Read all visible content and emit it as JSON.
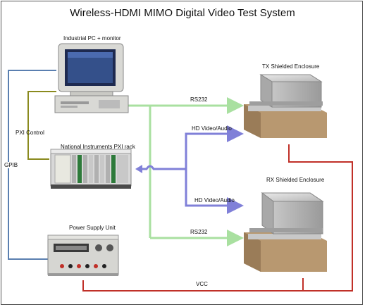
{
  "title": "Wireless-HDMI MIMO Digital Video Test System",
  "labels": {
    "pc": "Industrial PC + monitor",
    "tx": "TX Shielded Enclosure",
    "rx": "RX Shielded Enclosure",
    "pxi_rack": "National Instruments PXI rack",
    "psu": "Power Supply Unit",
    "pxi_control": "PXI Control",
    "gpib": "GPIB",
    "rs232_top": "RS232",
    "rs232_bottom": "RS232",
    "hd_top": "HD Video/Audio",
    "hd_bottom": "HD Video/Audio",
    "vcc": "VCC"
  },
  "colors": {
    "rs232": "#a9e0a0",
    "hd": "#8080d8",
    "gpib": "#5a7fb0",
    "pxi_control": "#8a8a1e",
    "vcc": "#c03028"
  }
}
